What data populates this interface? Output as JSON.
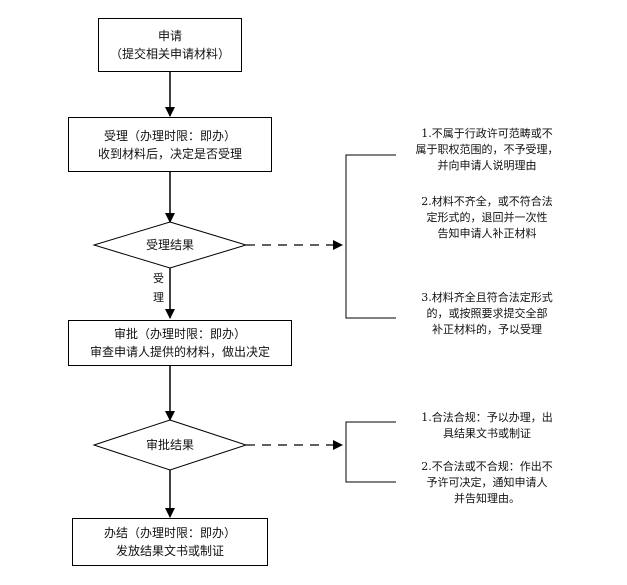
{
  "flow": {
    "step1": {
      "line1": "申请",
      "line2": "（提交相关申请材料）"
    },
    "step2": {
      "line1": "受理（办理时限：即办）",
      "line2": "收到材料后，决定是否受理"
    },
    "decision1": {
      "label": "受理结果"
    },
    "accept_label": {
      "char1": "受",
      "char2": "理"
    },
    "step3": {
      "line1": "审批（办理时限：即办）",
      "line2": "审查申请人提供的材料，做出决定"
    },
    "decision2": {
      "label": "审批结果"
    },
    "step4": {
      "line1": "办结（办理时限：即办）",
      "line2": "发放结果文书或制证"
    }
  },
  "notes1": [
    {
      "lines": [
        "1.不属于行政许可范畴或不",
        "属于职权范围的，不予受理，",
        "并向申请人说明理由"
      ]
    },
    {
      "lines": [
        "2.材料不齐全，或不符合法",
        "定形式的，退回并一次性",
        "告知申请人补正材料"
      ]
    },
    {
      "lines": [
        "3.材料齐全且符合法定形式",
        "的，或按照要求提交全部",
        "补正材料的，予以受理"
      ]
    }
  ],
  "notes2": [
    {
      "lines": [
        "1.合法合规：予以办理，出",
        "具结果文书或制证"
      ]
    },
    {
      "lines": [
        "2.不合法或不合规：作出不",
        "予许可决定，通知申请人",
        "并告知理由。"
      ]
    }
  ]
}
